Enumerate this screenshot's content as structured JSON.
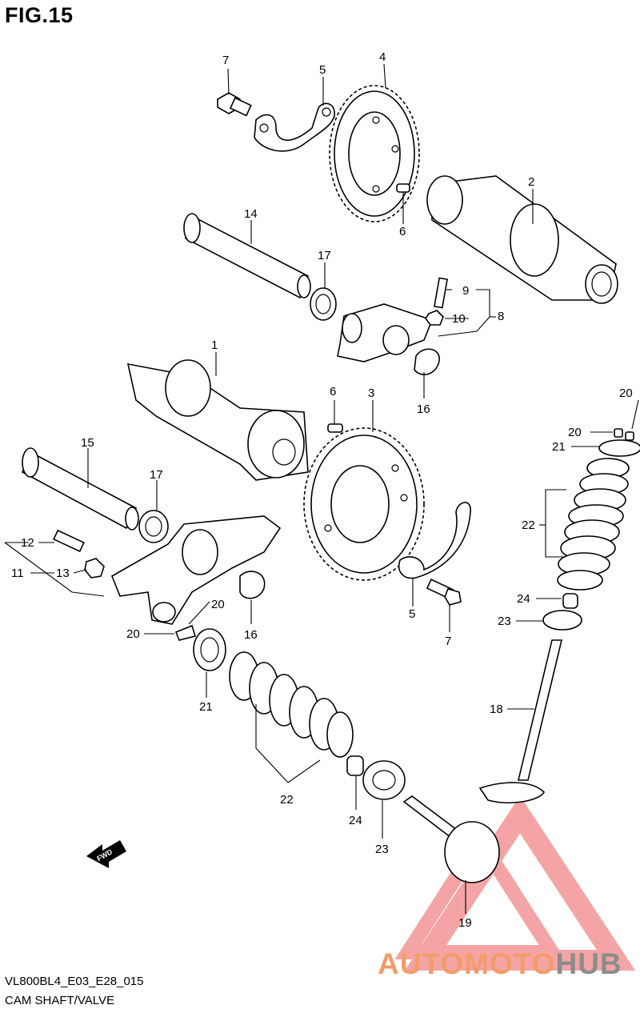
{
  "figure": {
    "title": "FIG.15",
    "code": "VL800BL4_E03_E28_015",
    "name": "CAM SHAFT/VALVE",
    "fwd_label": "FWD"
  },
  "watermark": {
    "part1": "AUTOMOTO",
    "part2": "HUB",
    "color_main": "#f39c6b",
    "color_hub": "#8c8c8c",
    "logo_color": "#ec5b5b"
  },
  "callouts": [
    {
      "id": "c7a",
      "text": "7"
    },
    {
      "id": "c5a",
      "text": "5"
    },
    {
      "id": "c4",
      "text": "4"
    },
    {
      "id": "c2",
      "text": "2"
    },
    {
      "id": "c6a",
      "text": "6"
    },
    {
      "id": "c14",
      "text": "14"
    },
    {
      "id": "c17a",
      "text": "17"
    },
    {
      "id": "c9",
      "text": "9"
    },
    {
      "id": "c10",
      "text": "10"
    },
    {
      "id": "c8",
      "text": "8"
    },
    {
      "id": "c16a",
      "text": "16"
    },
    {
      "id": "c1",
      "text": "1"
    },
    {
      "id": "c6b",
      "text": "6"
    },
    {
      "id": "c3",
      "text": "3"
    },
    {
      "id": "c20a",
      "text": "20"
    },
    {
      "id": "c20b",
      "text": "20"
    },
    {
      "id": "c21a",
      "text": "21"
    },
    {
      "id": "c15",
      "text": "15"
    },
    {
      "id": "c17b",
      "text": "17"
    },
    {
      "id": "c22a",
      "text": "22"
    },
    {
      "id": "c12",
      "text": "12"
    },
    {
      "id": "c11",
      "text": "11"
    },
    {
      "id": "c13",
      "text": "13"
    },
    {
      "id": "c20c",
      "text": "20"
    },
    {
      "id": "c20d",
      "text": "20"
    },
    {
      "id": "c16b",
      "text": "16"
    },
    {
      "id": "c5b",
      "text": "5"
    },
    {
      "id": "c7b",
      "text": "7"
    },
    {
      "id": "c24a",
      "text": "24"
    },
    {
      "id": "c23a",
      "text": "23"
    },
    {
      "id": "c18",
      "text": "18"
    },
    {
      "id": "c21b",
      "text": "21"
    },
    {
      "id": "c22b",
      "text": "22"
    },
    {
      "id": "c24b",
      "text": "24"
    },
    {
      "id": "c23b",
      "text": "23"
    },
    {
      "id": "c19",
      "text": "19"
    }
  ]
}
